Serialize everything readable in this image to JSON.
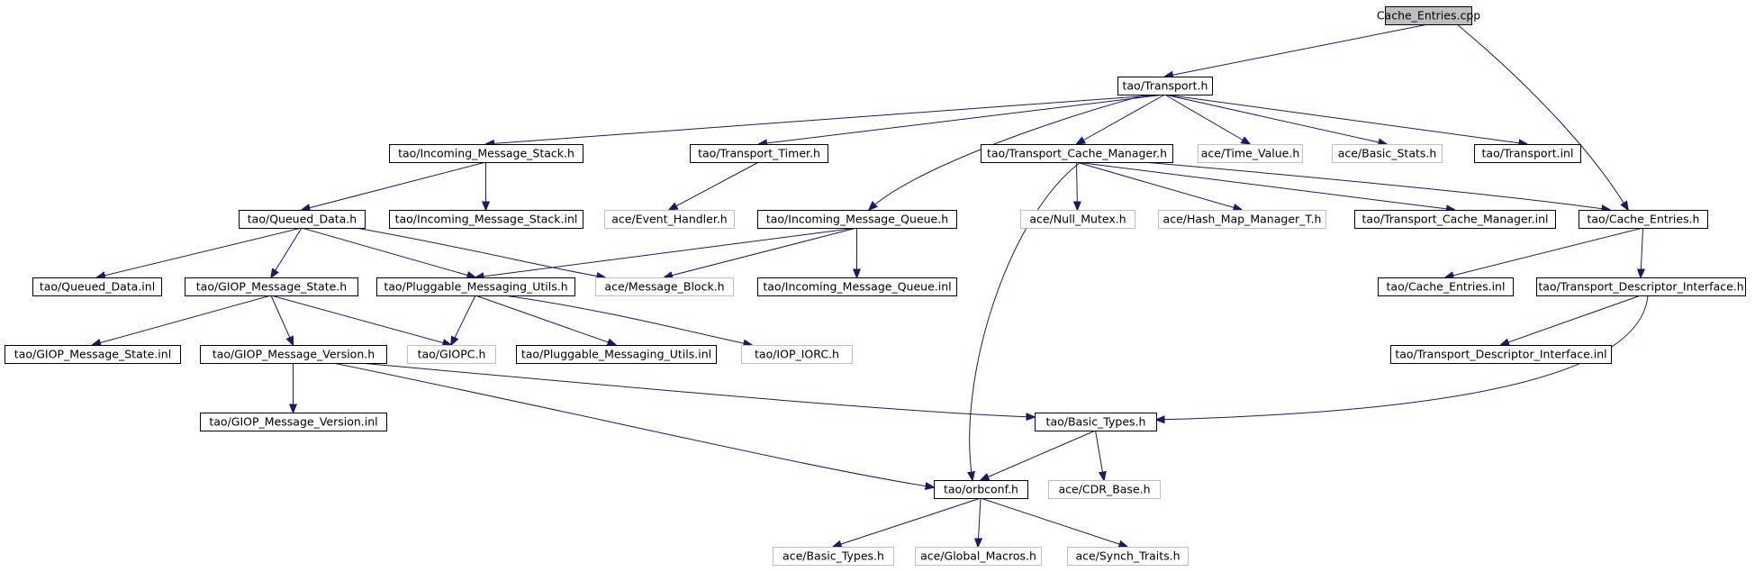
{
  "nodes": {
    "cache_entries_cpp": {
      "label": "Cache_Entries.cpp",
      "root": true
    },
    "transport_h": {
      "label": "tao/Transport.h"
    },
    "incoming_message_stack_h": {
      "label": "tao/Incoming_Message_Stack.h"
    },
    "transport_timer_h": {
      "label": "tao/Transport_Timer.h"
    },
    "transport_cache_manager_h": {
      "label": "tao/Transport_Cache_Manager.h"
    },
    "ace_time_value_h": {
      "label": "ace/Time_Value.h",
      "external": true
    },
    "ace_basic_stats_h": {
      "label": "ace/Basic_Stats.h",
      "external": true
    },
    "transport_inl": {
      "label": "tao/Transport.inl"
    },
    "queued_data_h": {
      "label": "tao/Queued_Data.h"
    },
    "incoming_message_stack_inl": {
      "label": "tao/Incoming_Message_Stack.inl"
    },
    "ace_event_handler_h": {
      "label": "ace/Event_Handler.h",
      "external": true
    },
    "incoming_message_queue_h": {
      "label": "tao/Incoming_Message_Queue.h"
    },
    "ace_null_mutex_h": {
      "label": "ace/Null_Mutex.h",
      "external": true
    },
    "ace_hash_map_manager_t_h": {
      "label": "ace/Hash_Map_Manager_T.h",
      "external": true
    },
    "transport_cache_manager_inl": {
      "label": "tao/Transport_Cache_Manager.inl"
    },
    "cache_entries_h": {
      "label": "tao/Cache_Entries.h"
    },
    "queued_data_inl": {
      "label": "tao/Queued_Data.inl"
    },
    "giop_message_state_h": {
      "label": "tao/GIOP_Message_State.h"
    },
    "pluggable_messaging_utils_h": {
      "label": "tao/Pluggable_Messaging_Utils.h"
    },
    "ace_message_block_h": {
      "label": "ace/Message_Block.h",
      "external": true
    },
    "incoming_message_queue_inl": {
      "label": "tao/Incoming_Message_Queue.inl"
    },
    "cache_entries_inl": {
      "label": "tao/Cache_Entries.inl"
    },
    "transport_descriptor_interface_h": {
      "label": "tao/Transport_Descriptor_Interface.h"
    },
    "giop_message_state_inl": {
      "label": "tao/GIOP_Message_State.inl"
    },
    "giop_message_version_h": {
      "label": "tao/GIOP_Message_Version.h"
    },
    "giopc_h": {
      "label": "tao/GIOPC.h",
      "external": true
    },
    "pluggable_messaging_utils_inl": {
      "label": "tao/Pluggable_Messaging_Utils.inl"
    },
    "iop_iorc_h": {
      "label": "tao/IOP_IORC.h",
      "external": true
    },
    "transport_descriptor_interface_inl": {
      "label": "tao/Transport_Descriptor_Interface.inl"
    },
    "giop_message_version_inl": {
      "label": "tao/GIOP_Message_Version.inl"
    },
    "basic_types_h": {
      "label": "tao/Basic_Types.h"
    },
    "orbconf_h": {
      "label": "tao/orbconf.h"
    },
    "ace_cdr_base_h": {
      "label": "ace/CDR_Base.h",
      "external": true
    },
    "ace_basic_types_h": {
      "label": "ace/Basic_Types.h",
      "external": true
    },
    "ace_global_macros_h": {
      "label": "ace/Global_Macros.h",
      "external": true
    },
    "ace_synch_traits_h": {
      "label": "ace/Synch_Traits.h",
      "external": true
    }
  },
  "edges": [
    [
      "cache_entries_cpp",
      "transport_h"
    ],
    [
      "cache_entries_cpp",
      "cache_entries_h"
    ],
    [
      "transport_h",
      "incoming_message_stack_h"
    ],
    [
      "transport_h",
      "transport_timer_h"
    ],
    [
      "transport_h",
      "incoming_message_queue_h"
    ],
    [
      "transport_h",
      "transport_cache_manager_h"
    ],
    [
      "transport_h",
      "ace_time_value_h"
    ],
    [
      "transport_h",
      "ace_basic_stats_h"
    ],
    [
      "transport_h",
      "transport_inl"
    ],
    [
      "incoming_message_stack_h",
      "queued_data_h"
    ],
    [
      "incoming_message_stack_h",
      "incoming_message_stack_inl"
    ],
    [
      "transport_timer_h",
      "ace_event_handler_h"
    ],
    [
      "transport_cache_manager_h",
      "ace_null_mutex_h"
    ],
    [
      "transport_cache_manager_h",
      "ace_hash_map_manager_t_h"
    ],
    [
      "transport_cache_manager_h",
      "transport_cache_manager_inl"
    ],
    [
      "transport_cache_manager_h",
      "cache_entries_h"
    ],
    [
      "transport_cache_manager_h",
      "orbconf_h"
    ],
    [
      "queued_data_h",
      "queued_data_inl"
    ],
    [
      "queued_data_h",
      "giop_message_state_h"
    ],
    [
      "queued_data_h",
      "pluggable_messaging_utils_h"
    ],
    [
      "queued_data_h",
      "ace_message_block_h"
    ],
    [
      "incoming_message_queue_h",
      "pluggable_messaging_utils_h"
    ],
    [
      "incoming_message_queue_h",
      "ace_message_block_h"
    ],
    [
      "incoming_message_queue_h",
      "incoming_message_queue_inl"
    ],
    [
      "cache_entries_h",
      "cache_entries_inl"
    ],
    [
      "cache_entries_h",
      "transport_descriptor_interface_h"
    ],
    [
      "giop_message_state_h",
      "giop_message_state_inl"
    ],
    [
      "giop_message_state_h",
      "giop_message_version_h"
    ],
    [
      "giop_message_state_h",
      "giopc_h"
    ],
    [
      "pluggable_messaging_utils_h",
      "giopc_h"
    ],
    [
      "pluggable_messaging_utils_h",
      "pluggable_messaging_utils_inl"
    ],
    [
      "pluggable_messaging_utils_h",
      "iop_iorc_h"
    ],
    [
      "transport_descriptor_interface_h",
      "transport_descriptor_interface_inl"
    ],
    [
      "transport_descriptor_interface_h",
      "basic_types_h"
    ],
    [
      "giop_message_version_h",
      "giop_message_version_inl"
    ],
    [
      "giop_message_version_h",
      "basic_types_h"
    ],
    [
      "giop_message_version_h",
      "orbconf_h"
    ],
    [
      "basic_types_h",
      "orbconf_h"
    ],
    [
      "basic_types_h",
      "ace_cdr_base_h"
    ],
    [
      "orbconf_h",
      "ace_basic_types_h"
    ],
    [
      "orbconf_h",
      "ace_global_macros_h"
    ],
    [
      "orbconf_h",
      "ace_synch_traits_h"
    ]
  ]
}
